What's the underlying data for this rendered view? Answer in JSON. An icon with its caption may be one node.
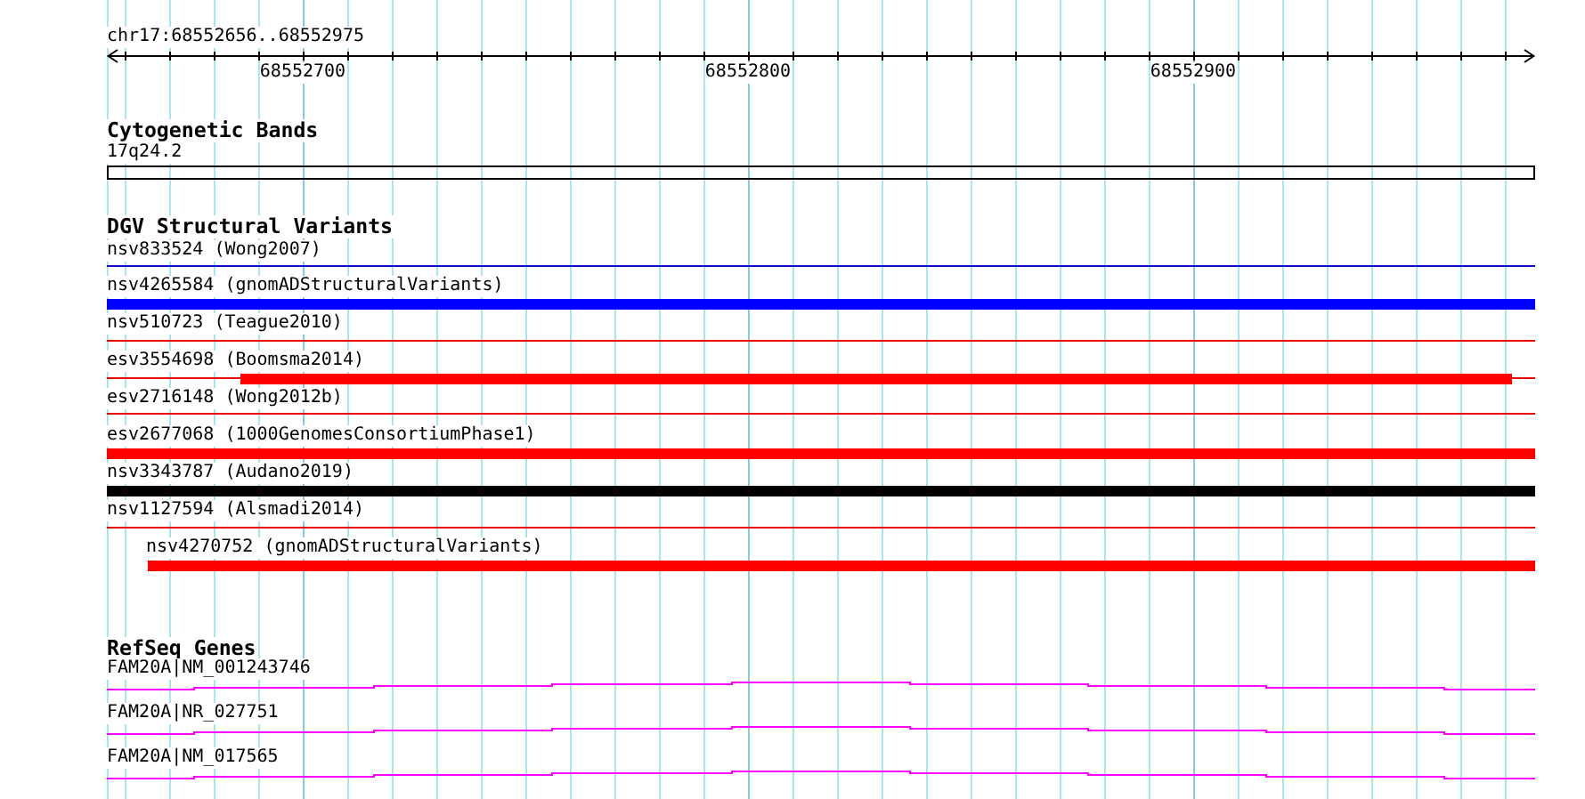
{
  "diagram": {
    "labels": [
      "chr17:68552656..68552975",
      "68552700",
      "68552800",
      "68552900",
      "Cytogenetic Bands",
      "17q24.2",
      "DGV Structural Variants",
      "nsv833524 (Wong2007)",
      "nsv4265584 (gnomADStructuralVariants)",
      "nsv510723 (Teague2010)",
      "esv3554698 (Boomsma2014)",
      "esv2716148 (Wong2012b)",
      "esv2677068 (1000GenomesConsortiumPhase1)",
      "nsv3343787 (Audano2019)",
      "nsv1127594 (Alsmadi2014)",
      "nsv4270752 (gnomADStructuralVariants)",
      "RefSeq Genes",
      "FAM20A|NM_001243746",
      "FAM20A|NR_027751",
      "FAM20A|NM_017565"
    ]
  }
}
